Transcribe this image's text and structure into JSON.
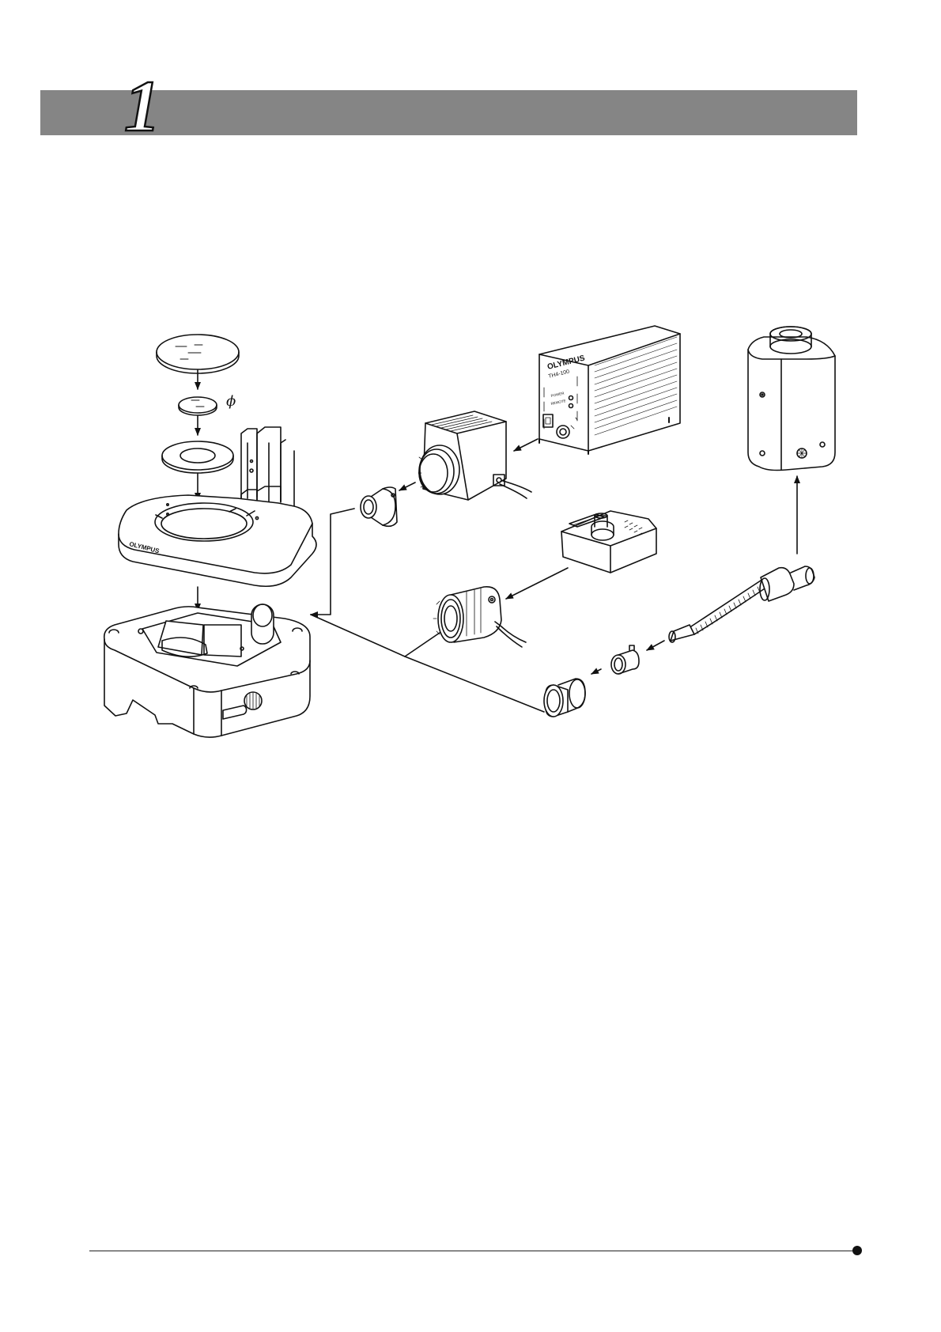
{
  "header": {
    "chapter_number": "1"
  },
  "diagram": {
    "symbol_phi": "ϕ",
    "brand_light_source": "OLYMPUS",
    "model_light_source": "TH4-100",
    "panel_label_power": "POWER",
    "panel_label_remote": "REMOTE",
    "brand_stage": "OLYMPUS"
  },
  "colors": {
    "header_band": "#858585",
    "line": "#111111"
  }
}
